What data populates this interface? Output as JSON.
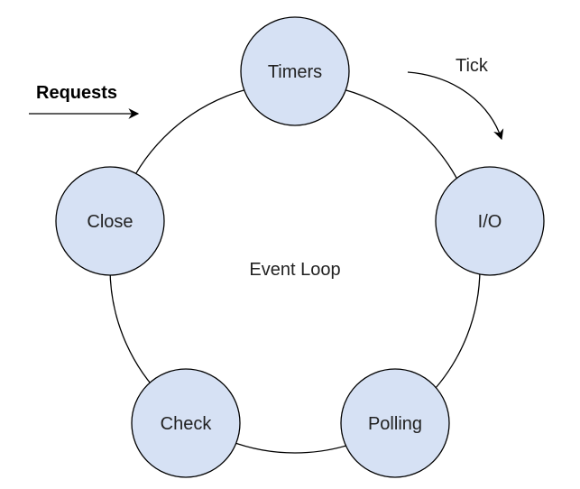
{
  "diagram": {
    "center_label": "Event Loop",
    "requests_label": "Requests",
    "tick_label": "Tick",
    "phases": [
      {
        "label": "Timers"
      },
      {
        "label": "I/O"
      },
      {
        "label": "Polling"
      },
      {
        "label": "Check"
      },
      {
        "label": "Close"
      }
    ],
    "colors": {
      "node_fill": "#d6e1f4",
      "stroke": "#000000",
      "text": "#222222"
    }
  }
}
